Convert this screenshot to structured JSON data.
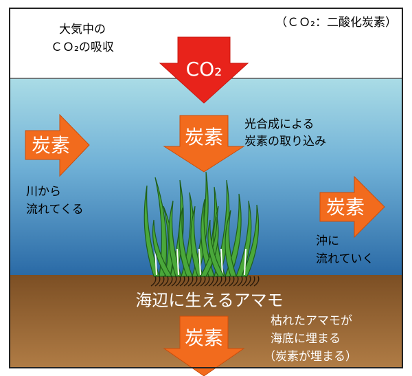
{
  "note": "（ＣＯ₂：二酸化炭素）",
  "atmosphere_label": [
    "大気中の",
    "ＣＯ₂の吸収"
  ],
  "co2_arrow_label": "CO₂",
  "photosynthesis_arrow_label": "炭素",
  "photosynthesis_label": [
    "光合成による",
    "炭素の取り込み"
  ],
  "river_arrow_label": "炭素",
  "river_label": [
    "川から",
    "流れてくる"
  ],
  "offshore_arrow_label": "炭素",
  "offshore_label": [
    "沖に",
    "流れていく"
  ],
  "seagrass_label": "海辺に生えるアマモ",
  "burial_arrow_label": "炭素",
  "burial_label": [
    "枯れたアマモが",
    "海底に埋まる",
    "（炭素が埋まる）"
  ],
  "colors": {
    "arrow_co2": "#e8231b",
    "arrow_carbon": "#f26b1d",
    "sea_top": "#aadce6",
    "sea_bottom": "#2a6da8",
    "seabed_top": "#8a5a2b",
    "seabed_bottom": "#a8763f",
    "seagrass": "#4aa83a"
  }
}
